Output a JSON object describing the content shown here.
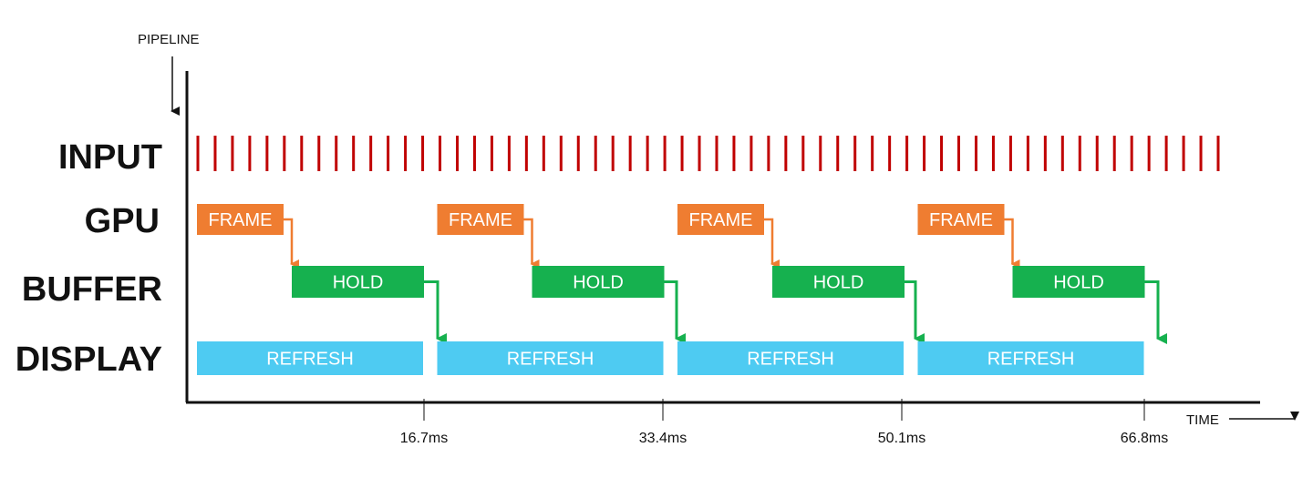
{
  "axes": {
    "y_title": "PIPELINE",
    "x_title": "TIME"
  },
  "lanes": {
    "input": "INPUT",
    "gpu": "GPU",
    "buffer": "BUFFER",
    "display": "DISPLAY"
  },
  "blocks": {
    "frame": "FRAME",
    "hold": "HOLD",
    "refresh": "REFRESH"
  },
  "ticks": [
    "16.7ms",
    "33.4ms",
    "50.1ms",
    "66.8ms"
  ],
  "cycles": 4,
  "input_pulse_count": 60,
  "colors": {
    "input": "#c00000",
    "frame": "#ef7d31",
    "hold": "#16b14f",
    "refresh": "#4ecbf2",
    "axis": "#111111"
  }
}
